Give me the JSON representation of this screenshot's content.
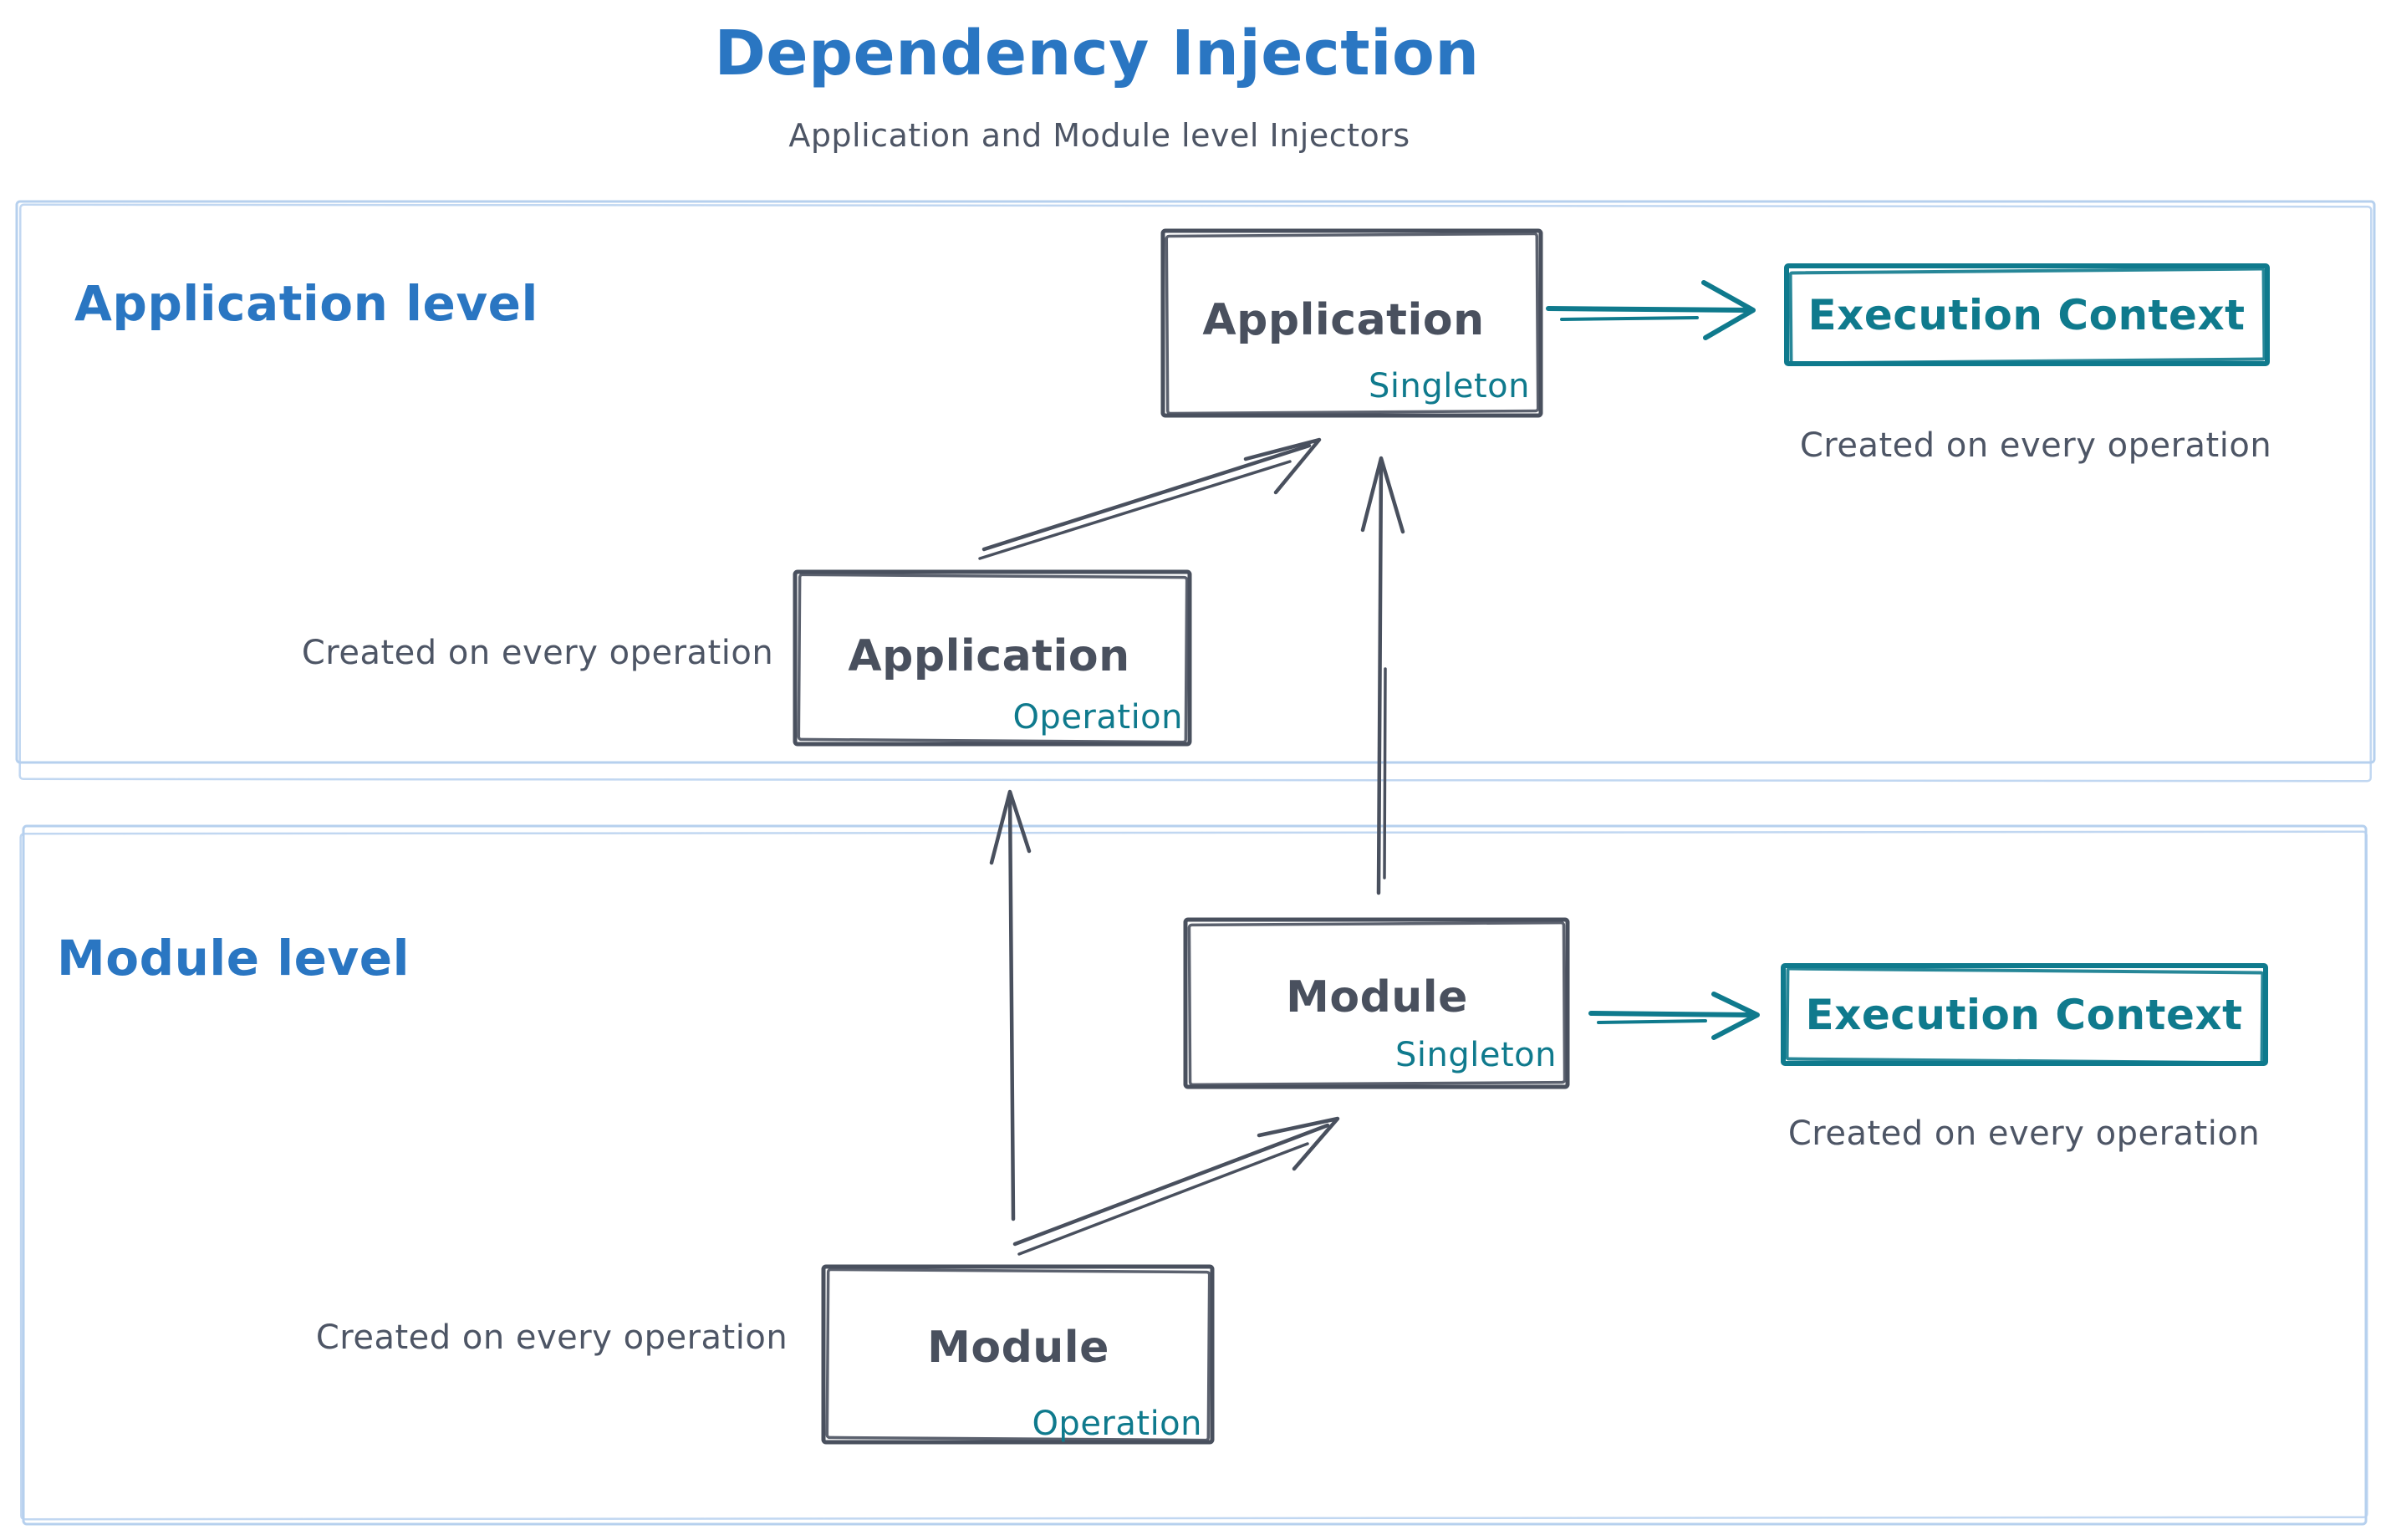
{
  "colors": {
    "blue": "#2a76c2",
    "teal": "#0f7a8d",
    "dark": "#49505e",
    "note": "#4d5565",
    "container": "#b6d0ee"
  },
  "title": "Dependency Injection",
  "subtitle": "Application and Module level Injectors",
  "application_level": {
    "label": "Application level",
    "singleton_box": {
      "title": "Application",
      "scope": "Singleton"
    },
    "operation_box": {
      "title": "Application",
      "scope": "Operation"
    },
    "operation_note": "Created on every operation",
    "execution_context": {
      "title": "Execution Context",
      "note": "Created on every operation"
    }
  },
  "module_level": {
    "label": "Module level",
    "singleton_box": {
      "title": "Module",
      "scope": "Singleton"
    },
    "operation_box": {
      "title": "Module",
      "scope": "Operation"
    },
    "operation_note": "Created on every operation",
    "execution_context": {
      "title": "Execution Context",
      "note": "Created on every operation"
    }
  }
}
